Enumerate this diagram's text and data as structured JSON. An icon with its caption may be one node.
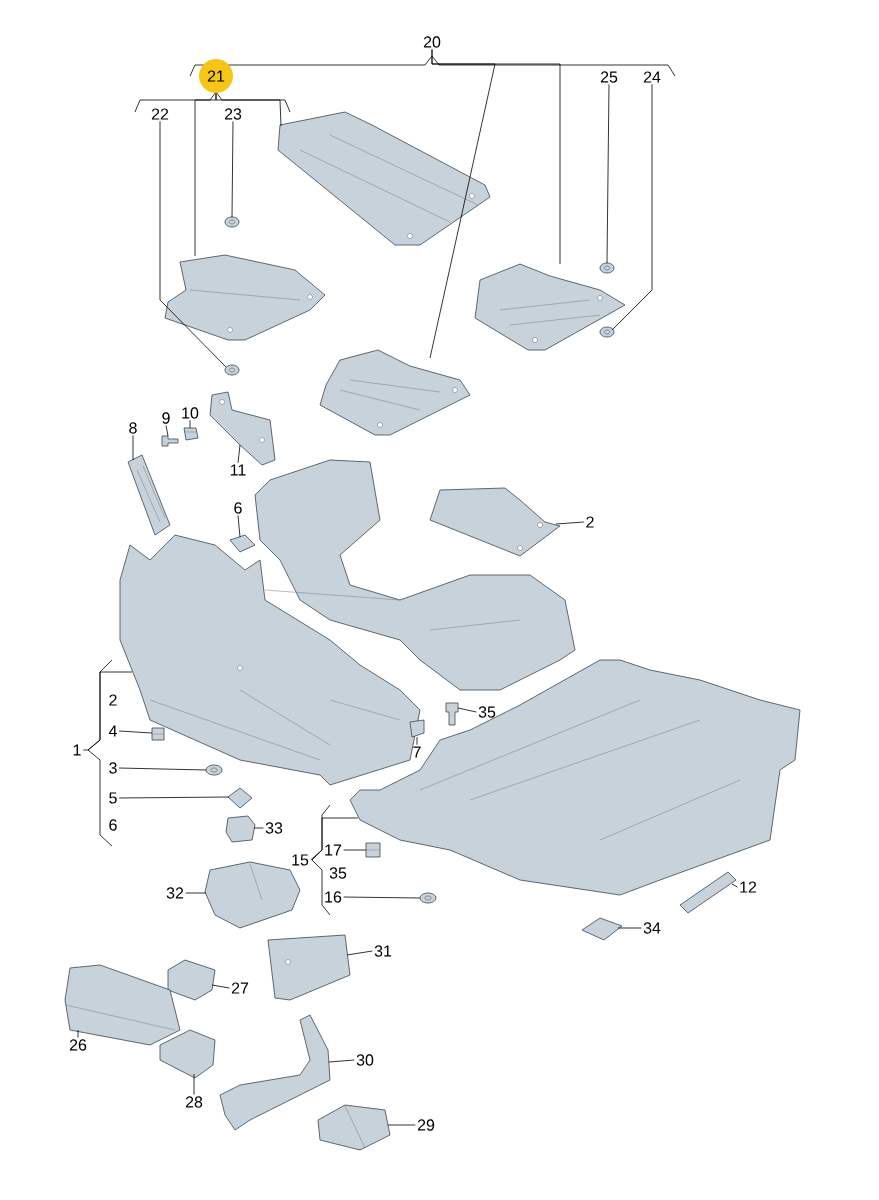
{
  "diagram": {
    "nodes": [
      {
        "text": [
          "20"
        ]
      },
      {
        "text": [
          "21"
        ]
      },
      {
        "text": [
          "22"
        ]
      },
      {
        "text": [
          "23"
        ]
      },
      {
        "text": [
          "25"
        ]
      },
      {
        "text": [
          "24"
        ]
      },
      {
        "text": [
          "8"
        ]
      },
      {
        "text": [
          "9"
        ]
      },
      {
        "text": [
          "10"
        ]
      },
      {
        "text": [
          "11"
        ]
      },
      {
        "text": [
          "6"
        ]
      },
      {
        "text": [
          "2"
        ]
      },
      {
        "text": [
          "1"
        ]
      },
      {
        "text": [
          "4"
        ]
      },
      {
        "text": [
          "3"
        ]
      },
      {
        "text": [
          "5"
        ]
      },
      {
        "text": [
          "33"
        ]
      },
      {
        "text": [
          "7"
        ]
      },
      {
        "text": [
          "35"
        ]
      },
      {
        "text": [
          "15"
        ]
      },
      {
        "text": [
          "17"
        ]
      },
      {
        "text": [
          "16"
        ]
      },
      {
        "text": [
          "12"
        ]
      },
      {
        "text": [
          "34"
        ]
      },
      {
        "text": [
          "32"
        ]
      },
      {
        "text": [
          "31"
        ]
      },
      {
        "text": [
          "27"
        ]
      },
      {
        "text": [
          "26"
        ]
      },
      {
        "text": [
          "30"
        ]
      },
      {
        "text": [
          "28"
        ]
      },
      {
        "text": [
          "29"
        ]
      },
      {
        "text": [],
        "shape": "picture"
      },
      {
        "text": [],
        "shape": "picture"
      },
      {
        "text": [],
        "shape": "picture"
      },
      {
        "text": [],
        "shape": "picture"
      },
      {
        "text": [],
        "shape": "picture"
      },
      {
        "text": [],
        "shape": "picture"
      },
      {
        "text": [],
        "shape": "picture"
      },
      {
        "text": [],
        "shape": "picture"
      },
      {
        "text": [],
        "shape": "picture"
      },
      {
        "text": [],
        "shape": "picture"
      },
      {
        "text": [],
        "shape": "picture"
      },
      {
        "text": [],
        "shape": "picture"
      },
      {
        "text": [],
        "shape": "picture"
      },
      {
        "text": [],
        "shape": "picture"
      },
      {
        "text": [],
        "shape": "picture"
      },
      {
        "text": [],
        "shape": "picture"
      },
      {
        "text": [],
        "shape": "picture"
      },
      {
        "text": [],
        "shape": "picture"
      },
      {
        "text": [],
        "shape": "picture"
      },
      {
        "text": [],
        "shape": "picture"
      },
      {
        "text": [],
        "shape": "picture"
      },
      {
        "text": [],
        "shape": "picture"
      },
      {
        "text": [],
        "shape": "picture"
      },
      {
        "text": [],
        "shape": "picture"
      },
      {
        "text": [],
        "shape": "picture"
      },
      {
        "text": [],
        "shape": "picture"
      },
      {
        "text": [],
        "shape": "picture"
      },
      {
        "text": [],
        "shape": "picture"
      },
      {
        "text": [],
        "shape": "picture"
      },
      {
        "text": [],
        "shape": "picture"
      },
      {
        "text": [],
        "shape": "picture"
      },
      {
        "text": [],
        "shape": "picture"
      },
      {
        "text": [],
        "shape": "picture"
      },
      {
        "text": [],
        "shape": "picture"
      }
    ],
    "edges": [
      {
        "from": 0,
        "to": 33,
        "arrow": "none"
      },
      {
        "from": 0,
        "to": 34,
        "arrow": "none"
      },
      {
        "from": 1,
        "to": 32,
        "arrow": "none"
      },
      {
        "from": 1,
        "to": 31,
        "arrow": "none"
      },
      {
        "from": 2,
        "to": 36,
        "arrow": "none"
      },
      {
        "from": 3,
        "to": 35,
        "arrow": "none"
      },
      {
        "from": 4,
        "to": 37,
        "arrow": "none"
      },
      {
        "from": 5,
        "to": 38,
        "arrow": "none"
      },
      {
        "from": 6,
        "to": 39,
        "arrow": "none"
      },
      {
        "from": 7,
        "to": 40,
        "arrow": "none"
      },
      {
        "from": 8,
        "to": 41,
        "arrow": "none"
      },
      {
        "from": 9,
        "to": 42,
        "arrow": "none"
      },
      {
        "from": 10,
        "to": 43,
        "arrow": "none"
      },
      {
        "from": 11,
        "to": 44,
        "arrow": "none"
      },
      {
        "from": 12,
        "to": 45,
        "arrow": "none"
      },
      {
        "from": 13,
        "to": 47,
        "arrow": "none"
      },
      {
        "from": 14,
        "to": 48,
        "arrow": "none"
      },
      {
        "from": 15,
        "to": 49,
        "arrow": "none"
      },
      {
        "from": 16,
        "to": 50,
        "arrow": "none"
      },
      {
        "from": 17,
        "to": 51,
        "arrow": "none"
      },
      {
        "from": 18,
        "to": 52,
        "arrow": "none"
      },
      {
        "from": 19,
        "to": 53,
        "arrow": "none"
      },
      {
        "from": 20,
        "to": 54,
        "arrow": "none"
      },
      {
        "from": 21,
        "to": 55,
        "arrow": "none"
      },
      {
        "from": 22,
        "to": 56,
        "arrow": "none"
      },
      {
        "from": 23,
        "to": 57,
        "arrow": "none"
      },
      {
        "from": 24,
        "to": 58,
        "arrow": "none"
      },
      {
        "from": 25,
        "to": 59,
        "arrow": "none"
      },
      {
        "from": 26,
        "to": 60,
        "arrow": "none"
      },
      {
        "from": 27,
        "to": 61,
        "arrow": "none"
      },
      {
        "from": 28,
        "to": 62,
        "arrow": "none"
      },
      {
        "from": 29,
        "to": 63,
        "arrow": "none"
      },
      {
        "from": 30,
        "to": 64,
        "arrow": "none"
      }
    ],
    "labels": [
      "2",
      "6",
      "35"
    ]
  }
}
